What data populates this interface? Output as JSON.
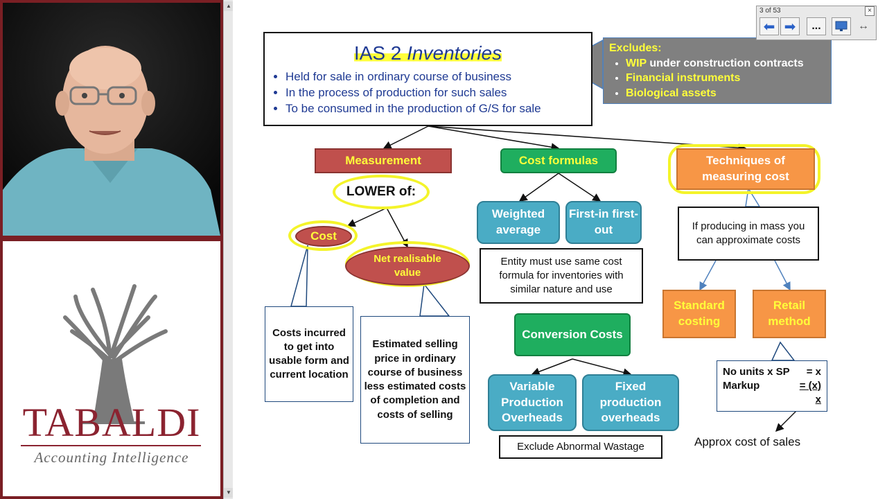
{
  "webcam": {
    "description_icon": "presenter-video-icon"
  },
  "logo": {
    "brand": "TABALDI",
    "tagline": "Accounting Intelligence"
  },
  "nav": {
    "slide_counter": "3 of 53",
    "more_label": "...",
    "close_label": "×"
  },
  "slide": {
    "title_part1": "IAS 2 ",
    "title_part2": "Inventories",
    "bullets": [
      "Held for sale in ordinary course of business",
      "In the process of production for such sales",
      "To be consumed in the production of G/S for sale"
    ],
    "excludes": {
      "heading": "Excludes:",
      "items": [
        {
          "a": "WIP",
          "b": " under construction contracts"
        },
        {
          "a": "Financial instruments",
          "b": ""
        },
        {
          "a": "Biological assets",
          "b": ""
        }
      ]
    },
    "measurement": "Measurement",
    "lower_of": "LOWER of:",
    "cost": "Cost",
    "nrv": "Net realisable value",
    "costs_incurred": "Costs incurred to get into usable form and current location",
    "estimated_selling": "Estimated selling price in ordinary course of business less estimated costs of completion and costs of selling",
    "cost_formulas": "Cost formulas",
    "weighted_average": "Weighted average",
    "fifo": "First-in first-out",
    "entity_note": "Entity must use same cost formula for inventories with similar nature and use",
    "conversion_costs": "Conversion Costs",
    "variable_overheads": "Variable Production Overheads",
    "fixed_overheads": "Fixed production overheads",
    "exclude_wastage": "Exclude Abnormal Wastage",
    "techniques": "Techniques of measuring cost",
    "mass_note": "If producing in mass you can approximate costs",
    "standard_costing": "Standard costing",
    "retail_method": "Retail method",
    "formula_line1_left": "No units x SP",
    "formula_line1_right": "= x",
    "formula_line2_left": "Markup",
    "formula_line2_right": "= (x)",
    "formula_line3": "x",
    "approx_cost": "Approx cost of sales"
  },
  "colors": {
    "red": "#c0504d",
    "green": "#1fae5f",
    "teal": "#4aacc5",
    "orange": "#f79646",
    "grey": "#808080",
    "highlight": "#ffff3a"
  }
}
